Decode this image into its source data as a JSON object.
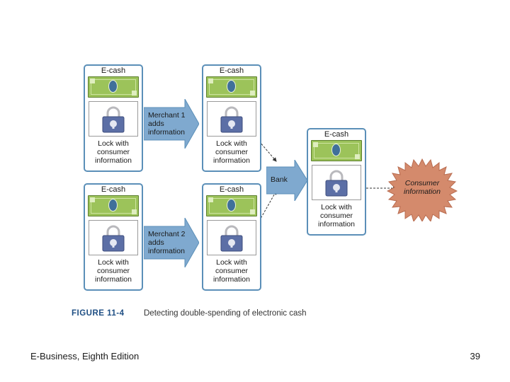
{
  "cards": {
    "ecash_title": "E-cash",
    "lock_caption": [
      "Lock with",
      "consumer",
      "information"
    ]
  },
  "arrows": {
    "merchant1": [
      "Merchant 1",
      "adds",
      "information"
    ],
    "merchant2": [
      "Merchant 2",
      "adds",
      "information"
    ],
    "bank": "Bank"
  },
  "consumer_info": [
    "Consumer",
    "information"
  ],
  "figure": {
    "number": "FIGURE 11-4",
    "title": "Detecting double-spending of electronic cash"
  },
  "footer": {
    "left": "E-Business, Eighth Edition",
    "right": "39"
  },
  "colors": {
    "card_border": "#5b8fb8",
    "arrow_fill": "#7fa9cf",
    "bill_green": "#9cc35a",
    "lock_body": "#5c6fa6",
    "starburst": "#d48a6c",
    "figure_number": "#1f4f84"
  },
  "icons": [
    "bill-icon",
    "padlock-icon",
    "starburst-icon"
  ]
}
